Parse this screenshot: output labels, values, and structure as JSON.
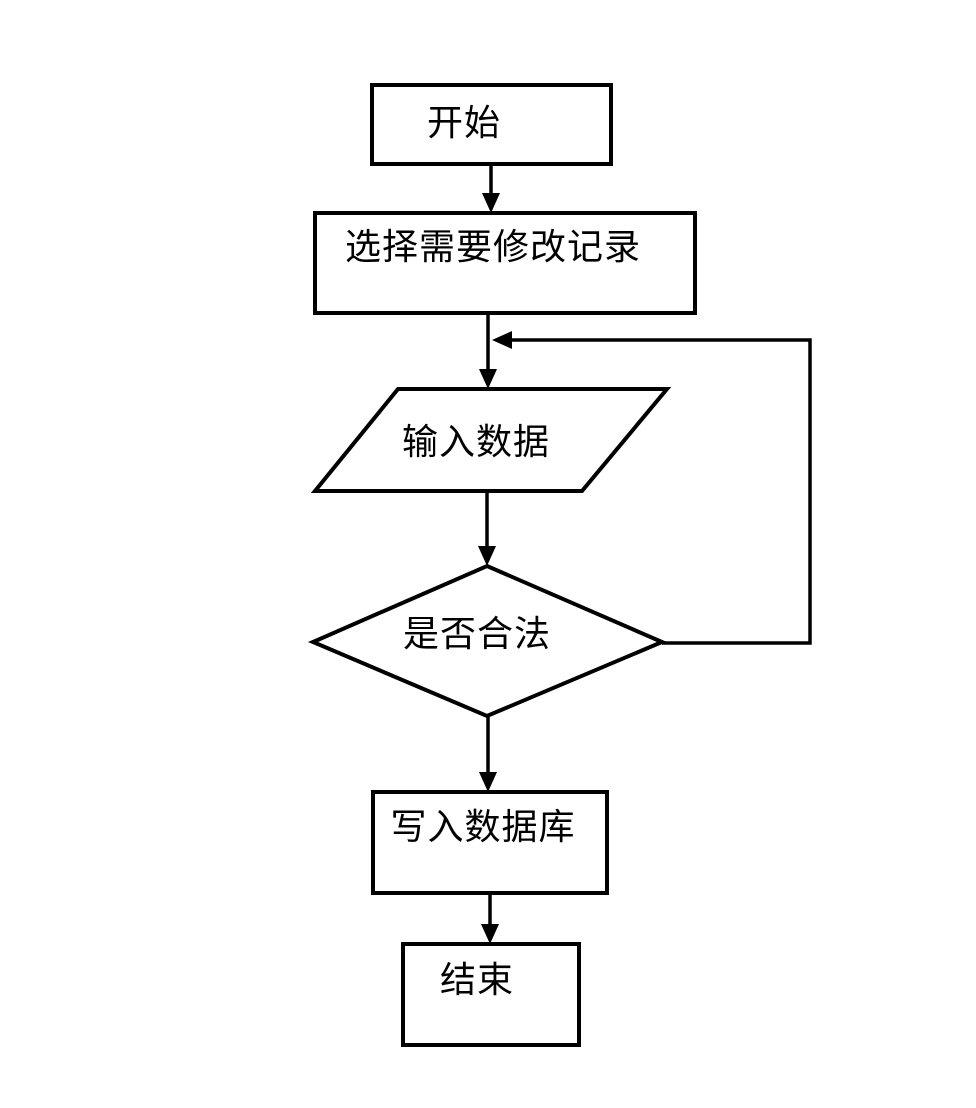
{
  "colors": {
    "background": "#ffffff",
    "stroke": "#000000",
    "text": "#000000"
  },
  "flowchart": {
    "nodes": [
      {
        "id": "start",
        "type": "process-rect",
        "label": "开始"
      },
      {
        "id": "select",
        "type": "process-rect",
        "label": "选择需要修改记录"
      },
      {
        "id": "input",
        "type": "io-parallelogram",
        "label": "输入数据"
      },
      {
        "id": "decision",
        "type": "decision-diamond",
        "label": "是否合法"
      },
      {
        "id": "write",
        "type": "process-rect",
        "label": "写入数据库"
      },
      {
        "id": "end",
        "type": "process-rect",
        "label": "结束"
      }
    ],
    "edges": [
      {
        "from": "start",
        "to": "select",
        "kind": "arrow-down"
      },
      {
        "from": "select",
        "to": "input",
        "kind": "arrow-down"
      },
      {
        "from": "input",
        "to": "decision",
        "kind": "arrow-down"
      },
      {
        "from": "decision",
        "to": "input",
        "kind": "loop-back-right"
      },
      {
        "from": "decision",
        "to": "write",
        "kind": "arrow-down"
      },
      {
        "from": "write",
        "to": "end",
        "kind": "arrow-down"
      }
    ]
  }
}
